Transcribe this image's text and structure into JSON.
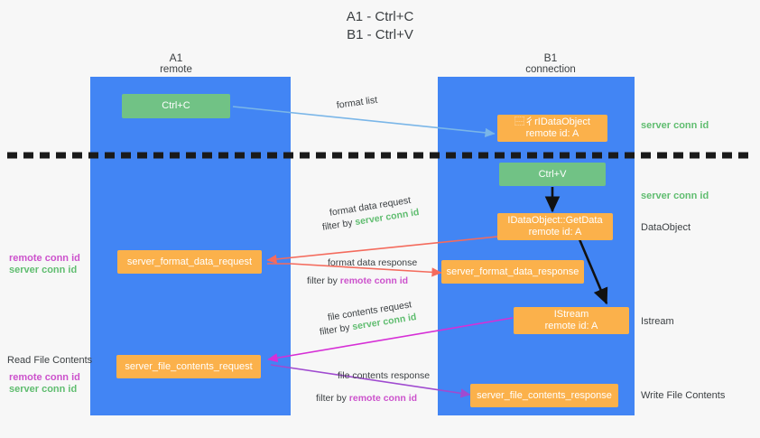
{
  "title": {
    "line1": "A1 - Ctrl+C",
    "line2": "B1 - Ctrl+V"
  },
  "columns": [
    {
      "name": "A1",
      "sub": "remote"
    },
    {
      "name": "B1",
      "sub": "connection"
    }
  ],
  "nodes": {
    "ctrl_c": "Ctrl+C",
    "ctrl_v": "Ctrl+V",
    "idataobject_title": "⿱⼻rIDataObject",
    "idataobject_sub": "remote id: A",
    "getdata_title": "IDataObject::GetData",
    "getdata_sub": "remote id: A",
    "istream_title": "IStream",
    "istream_sub": "remote id: A",
    "server_format_data_request": "server_format_data_request",
    "server_format_data_response": "server_format_data_response",
    "server_file_contents_request": "server_file_contents_request",
    "server_file_contents_response": "server_file_contents_response"
  },
  "arrow_labels": {
    "format_list": "format list",
    "format_data_request": "format data request",
    "format_data_request_filter_prefix": "filter by ",
    "format_data_request_filter_value": "server conn id",
    "format_data_response": "format data response",
    "format_data_response_filter_prefix": "filter by ",
    "format_data_response_filter_value": "remote conn id",
    "file_contents_request": "file contents request",
    "file_contents_request_filter_prefix": "filter by ",
    "file_contents_request_filter_value": "server conn id",
    "file_contents_response": "file contents response",
    "file_contents_response_filter_prefix": "filter by ",
    "file_contents_response_filter_value": "remote conn id"
  },
  "side_labels": {
    "right_server_conn_id_top": "server conn id",
    "right_server_conn_id_mid": "server conn id",
    "right_dataobject": "DataObject",
    "right_istream": "Istream",
    "right_write_file_contents": "Write File Contents",
    "left_remote_conn_id_1": "remote conn id",
    "left_server_conn_id_1": "server conn id",
    "left_read_file_contents": "Read File Contents",
    "left_remote_conn_id_2": "remote conn id",
    "left_server_conn_id_2": "server conn id"
  },
  "colors": {
    "lane": "#4285f4",
    "green_node": "#71c285",
    "orange_node": "#fbb14b",
    "green_text": "#60bd70",
    "purple_text": "#cc52cc",
    "arrow_blue": "#7ab6e8",
    "arrow_red": "#f46b5d",
    "arrow_magenta": "#d62fd6",
    "arrow_purple": "#a04bd0",
    "arrow_black": "#1a1a1a",
    "divider": "#1a1a1a",
    "background": "#f7f7f7"
  }
}
